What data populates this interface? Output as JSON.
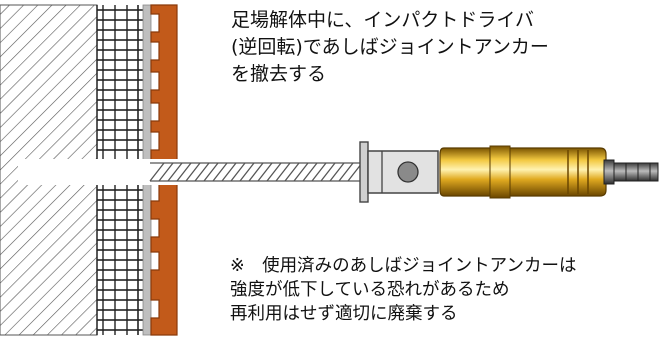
{
  "captions": {
    "top": [
      "足場解体中に、インパクトドライバ",
      "(逆回転)であしばジョイントアンカー",
      "を撤去する"
    ],
    "bottom": [
      "※　使用済みのあしばジョイントアンカーは",
      "強度が低下している恐れがあるため",
      "再利用はせず適切に廃棄する"
    ]
  },
  "colors": {
    "wall_hatch": "#555555",
    "tile": "#222222",
    "panel": "#c25a1a",
    "panel_edge": "#8a3a0a",
    "shaft": "#9a9a9a",
    "metal": "#dcdcdc",
    "socket_gold": "#d9a520",
    "socket_dark": "#8a6200",
    "bit": "#6a6a6a"
  },
  "icons": {
    "anchor": "anchor-screw-icon",
    "socket": "impact-driver-socket-icon"
  }
}
